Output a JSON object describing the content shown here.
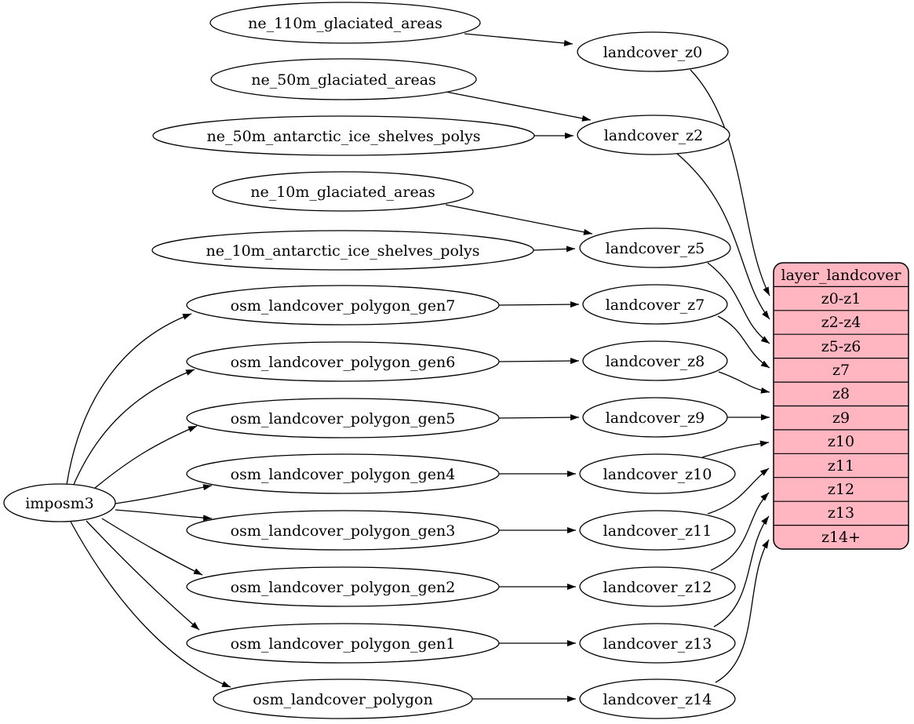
{
  "diagram": {
    "type": "graphviz-dependency-graph",
    "direction": "left-to-right"
  },
  "colors": {
    "background": "#ffffff",
    "node_fill": "#ffffff",
    "record_fill": "#ffb6c1",
    "stroke": "#000000",
    "text": "#000000"
  },
  "nodes": {
    "imposm3": {
      "label": "imposm3"
    },
    "ne_110m_glaciated_areas": {
      "label": "ne_110m_glaciated_areas"
    },
    "ne_50m_glaciated_areas": {
      "label": "ne_50m_glaciated_areas"
    },
    "ne_50m_antarctic_ice_shelves_polys": {
      "label": "ne_50m_antarctic_ice_shelves_polys"
    },
    "ne_10m_glaciated_areas": {
      "label": "ne_10m_glaciated_areas"
    },
    "ne_10m_antarctic_ice_shelves_polys": {
      "label": "ne_10m_antarctic_ice_shelves_polys"
    },
    "osm_landcover_polygon_gen7": {
      "label": "osm_landcover_polygon_gen7"
    },
    "osm_landcover_polygon_gen6": {
      "label": "osm_landcover_polygon_gen6"
    },
    "osm_landcover_polygon_gen5": {
      "label": "osm_landcover_polygon_gen5"
    },
    "osm_landcover_polygon_gen4": {
      "label": "osm_landcover_polygon_gen4"
    },
    "osm_landcover_polygon_gen3": {
      "label": "osm_landcover_polygon_gen3"
    },
    "osm_landcover_polygon_gen2": {
      "label": "osm_landcover_polygon_gen2"
    },
    "osm_landcover_polygon_gen1": {
      "label": "osm_landcover_polygon_gen1"
    },
    "osm_landcover_polygon": {
      "label": "osm_landcover_polygon"
    },
    "landcover_z0": {
      "label": "landcover_z0"
    },
    "landcover_z2": {
      "label": "landcover_z2"
    },
    "landcover_z5": {
      "label": "landcover_z5"
    },
    "landcover_z7": {
      "label": "landcover_z7"
    },
    "landcover_z8": {
      "label": "landcover_z8"
    },
    "landcover_z9": {
      "label": "landcover_z9"
    },
    "landcover_z10": {
      "label": "landcover_z10"
    },
    "landcover_z11": {
      "label": "landcover_z11"
    },
    "landcover_z12": {
      "label": "landcover_z12"
    },
    "landcover_z13": {
      "label": "landcover_z13"
    },
    "landcover_z14": {
      "label": "landcover_z14"
    }
  },
  "record": {
    "title": "layer_landcover",
    "rows": [
      "z0-z1",
      "z2-z4",
      "z5-z6",
      "z7",
      "z8",
      "z9",
      "z10",
      "z11",
      "z12",
      "z13",
      "z14+"
    ]
  },
  "edges": [
    [
      "ne_110m_glaciated_areas",
      "landcover_z0"
    ],
    [
      "ne_50m_glaciated_areas",
      "landcover_z2"
    ],
    [
      "ne_50m_antarctic_ice_shelves_polys",
      "landcover_z2"
    ],
    [
      "ne_10m_glaciated_areas",
      "landcover_z5"
    ],
    [
      "ne_10m_antarctic_ice_shelves_polys",
      "landcover_z5"
    ],
    [
      "imposm3",
      "osm_landcover_polygon_gen7"
    ],
    [
      "imposm3",
      "osm_landcover_polygon_gen6"
    ],
    [
      "imposm3",
      "osm_landcover_polygon_gen5"
    ],
    [
      "imposm3",
      "osm_landcover_polygon_gen4"
    ],
    [
      "imposm3",
      "osm_landcover_polygon_gen3"
    ],
    [
      "imposm3",
      "osm_landcover_polygon_gen2"
    ],
    [
      "imposm3",
      "osm_landcover_polygon_gen1"
    ],
    [
      "imposm3",
      "osm_landcover_polygon"
    ],
    [
      "osm_landcover_polygon_gen7",
      "landcover_z7"
    ],
    [
      "osm_landcover_polygon_gen6",
      "landcover_z8"
    ],
    [
      "osm_landcover_polygon_gen5",
      "landcover_z9"
    ],
    [
      "osm_landcover_polygon_gen4",
      "landcover_z10"
    ],
    [
      "osm_landcover_polygon_gen3",
      "landcover_z11"
    ],
    [
      "osm_landcover_polygon_gen2",
      "landcover_z12"
    ],
    [
      "osm_landcover_polygon_gen1",
      "landcover_z13"
    ],
    [
      "osm_landcover_polygon",
      "landcover_z14"
    ],
    [
      "landcover_z0",
      "layer_landcover:z0-z1"
    ],
    [
      "landcover_z2",
      "layer_landcover:z2-z4"
    ],
    [
      "landcover_z5",
      "layer_landcover:z5-z6"
    ],
    [
      "landcover_z7",
      "layer_landcover:z7"
    ],
    [
      "landcover_z8",
      "layer_landcover:z8"
    ],
    [
      "landcover_z9",
      "layer_landcover:z9"
    ],
    [
      "landcover_z10",
      "layer_landcover:z10"
    ],
    [
      "landcover_z11",
      "layer_landcover:z11"
    ],
    [
      "landcover_z12",
      "layer_landcover:z12"
    ],
    [
      "landcover_z13",
      "layer_landcover:z13"
    ],
    [
      "landcover_z14",
      "layer_landcover:z14+"
    ]
  ]
}
